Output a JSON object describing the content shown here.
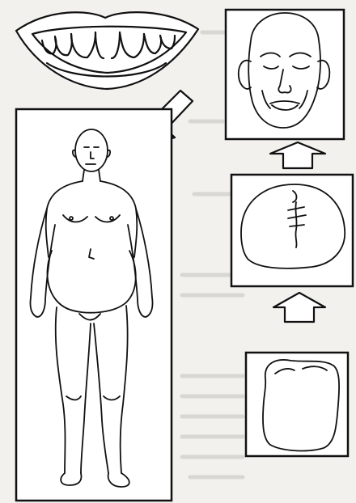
{
  "figure": {
    "panels": [
      {
        "id": "mouth",
        "depicts": "smiling-mouth-with-diastema"
      },
      {
        "id": "body",
        "depicts": "obese-standing-male"
      },
      {
        "id": "face",
        "depicts": "coarse-facial-features"
      },
      {
        "id": "palate",
        "depicts": "grooved-palate"
      },
      {
        "id": "tooth",
        "depicts": "enlarged-tooth-crown"
      }
    ],
    "arrows": [
      {
        "from": "mouth",
        "to": "body",
        "direction": "diagonal-down-left"
      },
      {
        "from": "palate",
        "to": "face",
        "direction": "up"
      },
      {
        "from": "tooth",
        "to": "palate",
        "direction": "up"
      }
    ]
  },
  "colors": {
    "ink": "#111111",
    "paper": "#f2f1ee",
    "panel_fill": "#ffffff"
  }
}
